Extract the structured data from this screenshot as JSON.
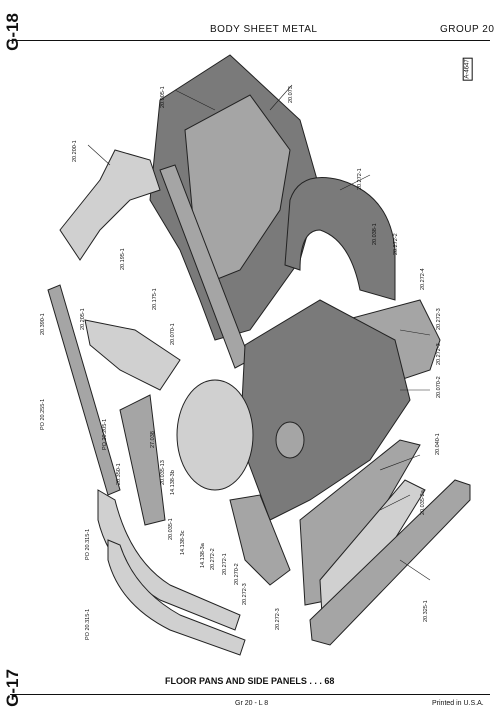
{
  "header": {
    "side_top": "G-18",
    "title": "BODY SHEET METAL",
    "group": "GROUP 20",
    "ref_badge": "A-4647"
  },
  "footer": {
    "side_bottom": "G-17",
    "caption": "FLOOR PANS AND SIDE PANELS . . . 68",
    "page_ref": "Gr 20 - L 8",
    "printed": "Printed in U.S.A."
  },
  "part_numbers": [
    "20.005-1",
    "20.073",
    "20.200-1",
    "20.195-1",
    "20.175-1",
    "20.070-1",
    "20.272-1",
    "20.038-1",
    "20.272-2",
    "20.272-4",
    "20.272-3",
    "20.272-3",
    "20.070-2",
    "20.390-1",
    "20.205-1",
    "PO 20.255-1",
    "PO 20.205-1",
    "27.038",
    "20.035-13",
    "14.138-3b",
    "20.350-1",
    "20.035-1",
    "14.138-3c",
    "14.138-3a",
    "20.272-2",
    "20.272-1",
    "20.270-2",
    "20.272-3",
    "20.272-3",
    "20.040-1",
    "20.035-2a",
    "PO 20.315-1",
    "PO 20.315-1",
    "20.325-1"
  ]
}
